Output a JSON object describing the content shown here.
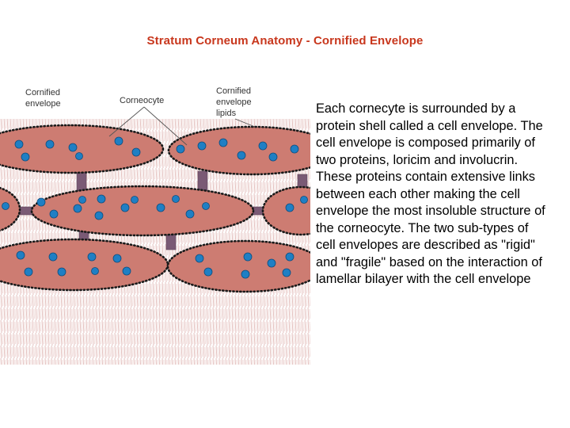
{
  "slide": {
    "title": "Stratum Corneum Anatomy - Cornified Envelope",
    "title_color": "#c8371d",
    "body": "Each cornecyte is surrounded by a protein shell called a cell envelope. The cell envelope is composed primarily of two proteins, loricim and involucrin. These proteins contain extensive links between each other making the cell envelope the most insoluble structure of the corneocyte. The two sub-types of cell envelopes are described as \"rigid\" and \"fragile\" based on the interaction of lamellar bilayer with the cell envelope"
  },
  "figure": {
    "labels": {
      "envelope_line1": "Cornified",
      "envelope_line2": "envelope",
      "corneocyte": "Corneocyte",
      "lipids_line1": "Cornified",
      "lipids_line2": "envelope",
      "lipids_line3": "lipids"
    },
    "colors": {
      "cell_fill": "#cd7c72",
      "nucleus": "#1f7fc4",
      "envelope_dots": "#1a1a1a",
      "desmosome": "#7a5a75",
      "lipid_fringe": "#d9a7a3"
    }
  }
}
